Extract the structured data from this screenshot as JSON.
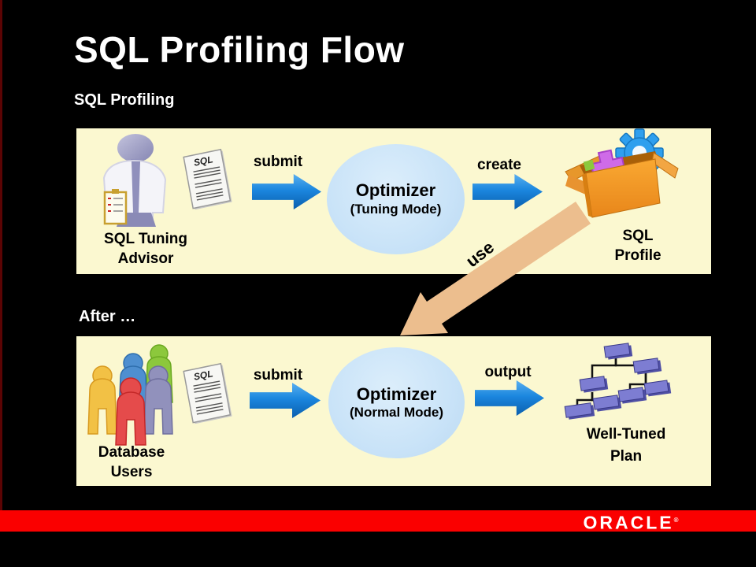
{
  "slide": {
    "title": "SQL Profiling Flow",
    "section_labels": {
      "top": "SQL Profiling",
      "bottom": "After …"
    },
    "brand": {
      "logo_text": "ORACLE",
      "registered_mark": "®"
    }
  },
  "flow_top": {
    "actor": {
      "name_line1": "SQL Tuning",
      "name_line2": "Advisor",
      "icon": "sql-tuning-advisor-person-icon"
    },
    "document_label": "SQL",
    "submit_label": "submit",
    "optimizer": {
      "title": "Optimizer",
      "mode": "(Tuning Mode)"
    },
    "create_label": "create",
    "artifact": {
      "name_line1": "SQL",
      "name_line2": "Profile",
      "icon": "open-box-with-gear-icon"
    }
  },
  "use_arrow": {
    "label": "use"
  },
  "flow_bottom": {
    "actor": {
      "name_line1": "Database",
      "name_line2": "Users",
      "icon": "database-users-group-icon"
    },
    "document_label": "SQL",
    "submit_label": "submit",
    "optimizer": {
      "title": "Optimizer",
      "mode": "(Normal Mode)"
    },
    "output_label": "output",
    "artifact": {
      "name_line1": "Well-Tuned",
      "name_line2": "Plan",
      "icon": "execution-plan-tree-icon"
    }
  },
  "colors": {
    "background": "#000000",
    "panel_yellow": "#FBF8D0",
    "ellipse_blue": "#C9E3F8",
    "arrow_blue": "#1B86DE",
    "arrow_tan": "#ECBE8E",
    "band_red": "#FA0000",
    "text_light": "#FFFFFF",
    "text_dark": "#000000"
  }
}
